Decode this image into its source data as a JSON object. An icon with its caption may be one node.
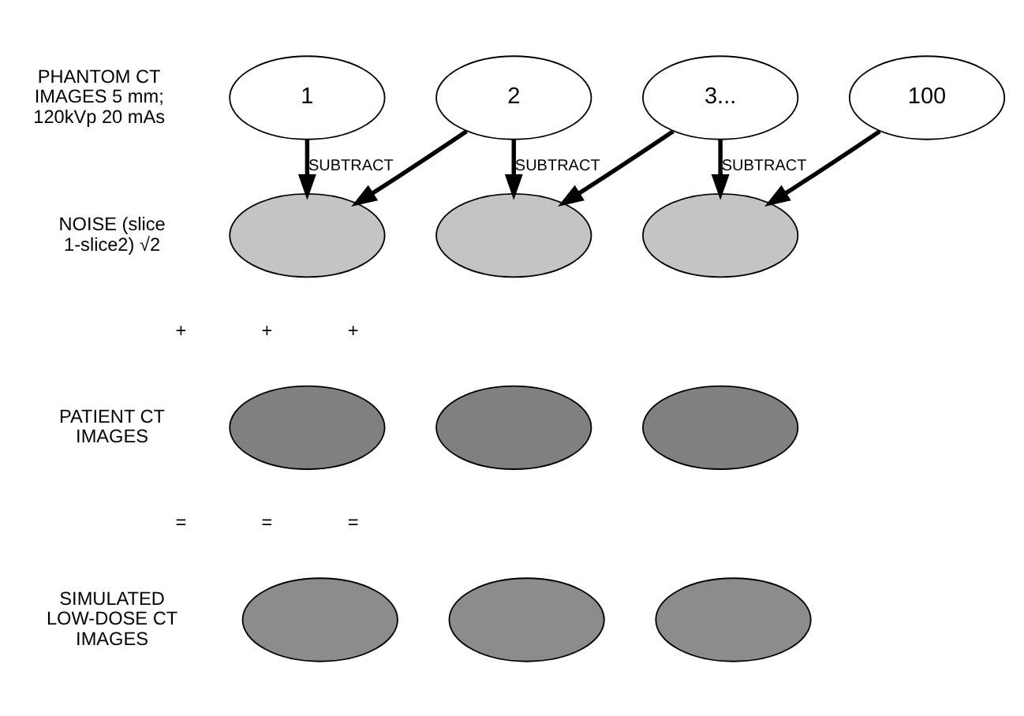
{
  "diagram": {
    "nodes": [
      {
        "text": [
          "1"
        ]
      },
      {
        "text": [
          "2"
        ]
      },
      {
        "text": [
          "3..."
        ]
      },
      {
        "text": [
          "100"
        ]
      },
      {
        "text": [],
        "shape": "ellipse"
      },
      {
        "text": [],
        "shape": "ellipse"
      },
      {
        "text": [],
        "shape": "ellipse"
      },
      {
        "text": [],
        "shape": "ellipse"
      },
      {
        "text": [],
        "shape": "ellipse"
      },
      {
        "text": [],
        "shape": "ellipse"
      },
      {
        "text": [],
        "shape": "ellipse"
      },
      {
        "text": [],
        "shape": "ellipse"
      },
      {
        "text": [],
        "shape": "ellipse"
      }
    ],
    "edges": [
      {
        "from": 0,
        "to": 4,
        "arrow": "to",
        "label": "SUBTRACT"
      },
      {
        "from": 1,
        "to": 4,
        "arrow": "to"
      },
      {
        "from": 1,
        "to": 5,
        "arrow": "to",
        "label": "SUBTRACT"
      },
      {
        "from": 2,
        "to": 5,
        "arrow": "to"
      },
      {
        "from": 2,
        "to": 6,
        "arrow": "to",
        "label": "SUBTRACT"
      },
      {
        "from": 3,
        "to": 6,
        "arrow": "to"
      }
    ],
    "labels": [
      "PHANTOM CT IMAGES 5 mm; 120kVp 20 mAs",
      "NOISE (slice 1-slice2) √2",
      "+",
      "+",
      "+",
      "PATIENT CT IMAGES",
      "=",
      "=",
      "=",
      "SIMULATED LOW-DOSE CT IMAGES"
    ]
  }
}
